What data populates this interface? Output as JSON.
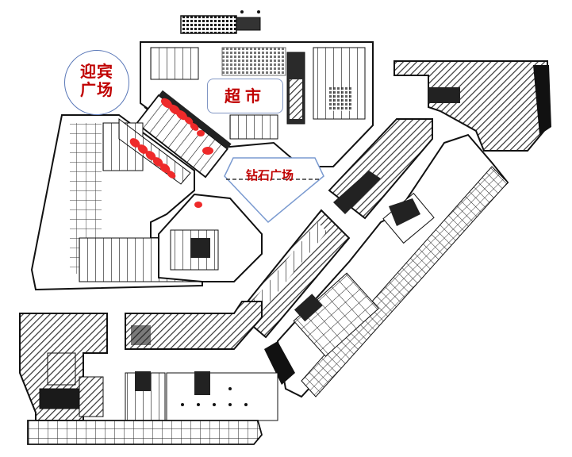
{
  "diagram": {
    "type": "architectural floor plan",
    "annotations": [
      {
        "id": "welcome-plaza",
        "text": "迎宾广场",
        "lines": [
          "迎宾",
          "广场"
        ],
        "shape": "circle",
        "text_color": "#c00000",
        "outline_color": "#5a78b8"
      },
      {
        "id": "supermarket",
        "text": "超市",
        "shape": "rounded-rectangle",
        "text_color": "#c00000",
        "outline_color": "#8196c4"
      },
      {
        "id": "diamond-plaza",
        "text": "钻石广场",
        "shape": "diamond",
        "text_color": "#c00000",
        "outline_color": "#7a9ad0"
      }
    ],
    "highlight_color": "#ee2a2a",
    "highlighted_elements": "red marks along two diagonal parking rows between 迎宾广场 and 钻石广场",
    "line_color": "#111111",
    "hatch_color": "#333333",
    "background": "#ffffff"
  }
}
